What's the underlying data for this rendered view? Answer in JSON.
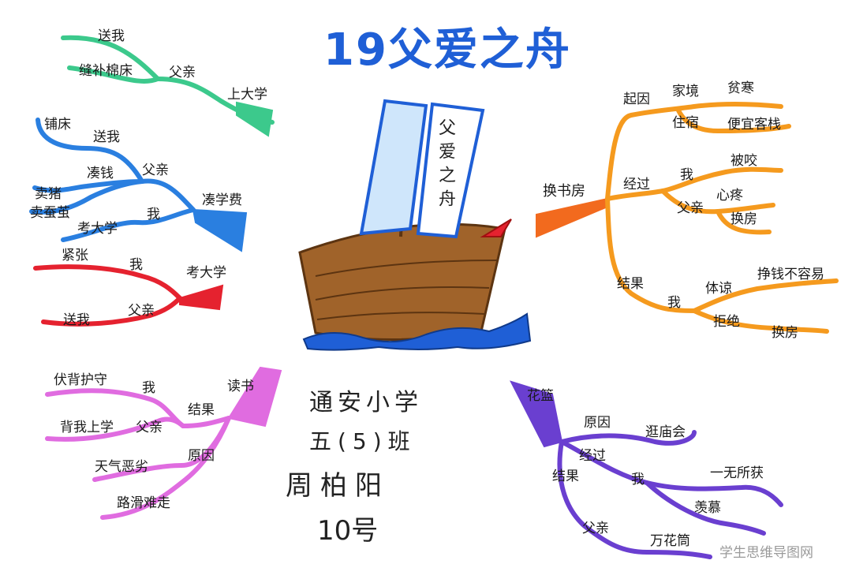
{
  "title": "19父爱之舟",
  "boat_sail_text": "父爱之舟",
  "info": {
    "school": "通安小学",
    "class": "五(5)班",
    "name": "周柏阳",
    "number": "10号"
  },
  "watermark": "学生思维导图网",
  "colors": {
    "title": "#1f5fd6",
    "green": "#3cc98c",
    "blue": "#2a7fe0",
    "red": "#e5222f",
    "pink": "#e06ce0",
    "orange": "#f59a1e",
    "purple": "#6a3fd0",
    "boat": "#a0632a"
  },
  "branches": {
    "green": {
      "hub": "父亲",
      "end": "上大学",
      "items": [
        "送我",
        "缝补棉床"
      ]
    },
    "blue": {
      "hub": "凑学费",
      "items": [
        "铺床",
        "送我",
        "凑钱",
        "父亲",
        "卖猪",
        "卖蚕茧",
        "考大学",
        "我"
      ]
    },
    "red": {
      "hub": "考大学",
      "items": [
        "紧张",
        "我",
        "送我",
        "父亲"
      ]
    },
    "pink": {
      "hub": "读书",
      "items": [
        "伏背护守",
        "我",
        "背我上学",
        "父亲",
        "结果",
        "天气恶劣",
        "原因",
        "路滑难走"
      ]
    },
    "orange": {
      "hub": "换书房",
      "items": [
        "起因",
        "家境",
        "贫寒",
        "住宿",
        "便宜客栈",
        "经过",
        "我",
        "被咬",
        "父亲",
        "心疼",
        "换房",
        "结果",
        "我",
        "体谅",
        "挣钱不容易",
        "拒绝",
        "换房"
      ]
    },
    "purple": {
      "hub": "花篮",
      "items": [
        "原因",
        "逛庙会",
        "经过",
        "我",
        "一无所获",
        "羡慕",
        "结果",
        "父亲",
        "万花筒"
      ]
    }
  }
}
